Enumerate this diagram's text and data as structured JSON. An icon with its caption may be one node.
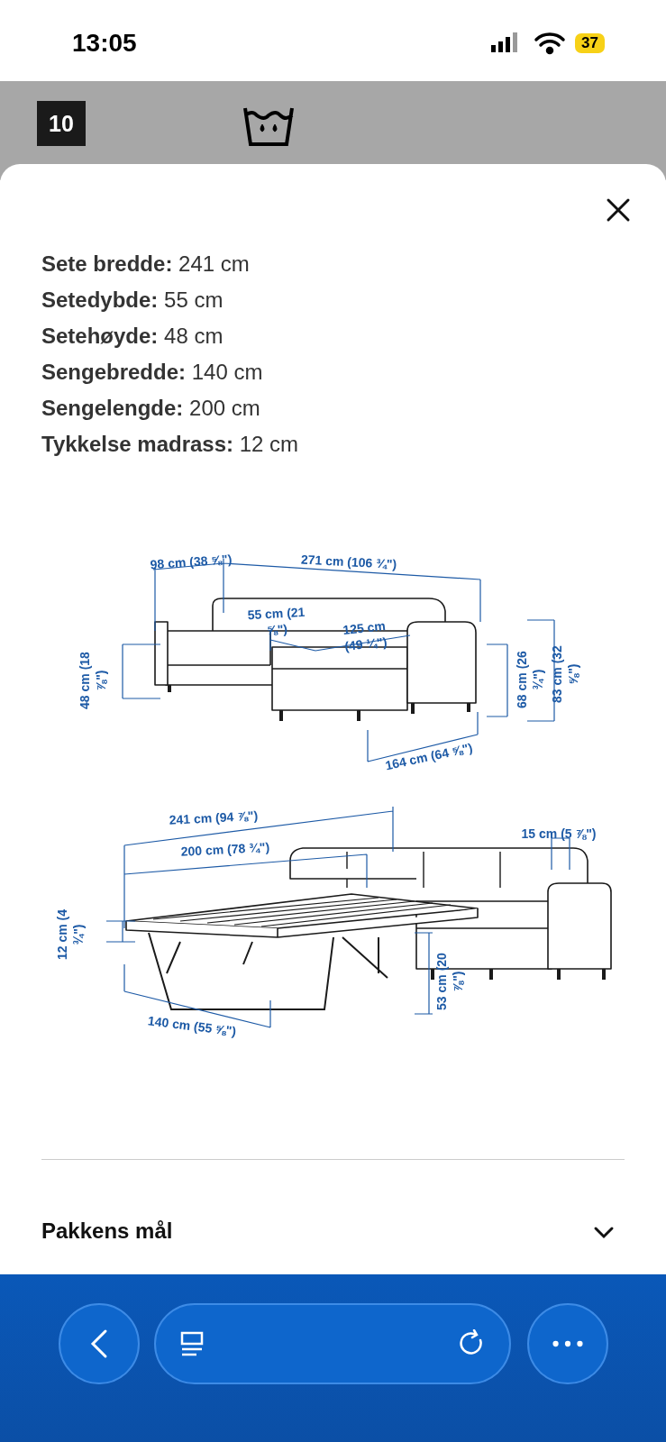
{
  "diagram": {
    "labels": [
      "13:05",
      "37",
      "10",
      "**Sete bredde:** 241 cm",
      "**Setedybde:** 55 cm",
      "**Setehøyde:** 48 cm",
      "**Sengebredde:** 140 cm",
      "**Sengelengde:** 200 cm",
      "**Tykkelse madrass:** 12 cm",
      "98 cm (38 ⅝\")",
      "271 cm (106 ¾\")",
      "55 cm (21 ⅝\")",
      "125 cm (49 ¼\")",
      "48 cm (18 ⅞\")",
      "68 cm (26 ¾\")",
      "83 cm (32 ⅝\")",
      "164 cm (64 ⅝\")",
      "241 cm (94 ⅞\")",
      "200 cm (78 ¾\")",
      "15 cm (5 ⅞\")",
      "12 cm (4 ¾\")",
      "53 cm (20 ⅞\")",
      "140 cm (55 ⅝\")",
      "Pakkens mål"
    ]
  }
}
